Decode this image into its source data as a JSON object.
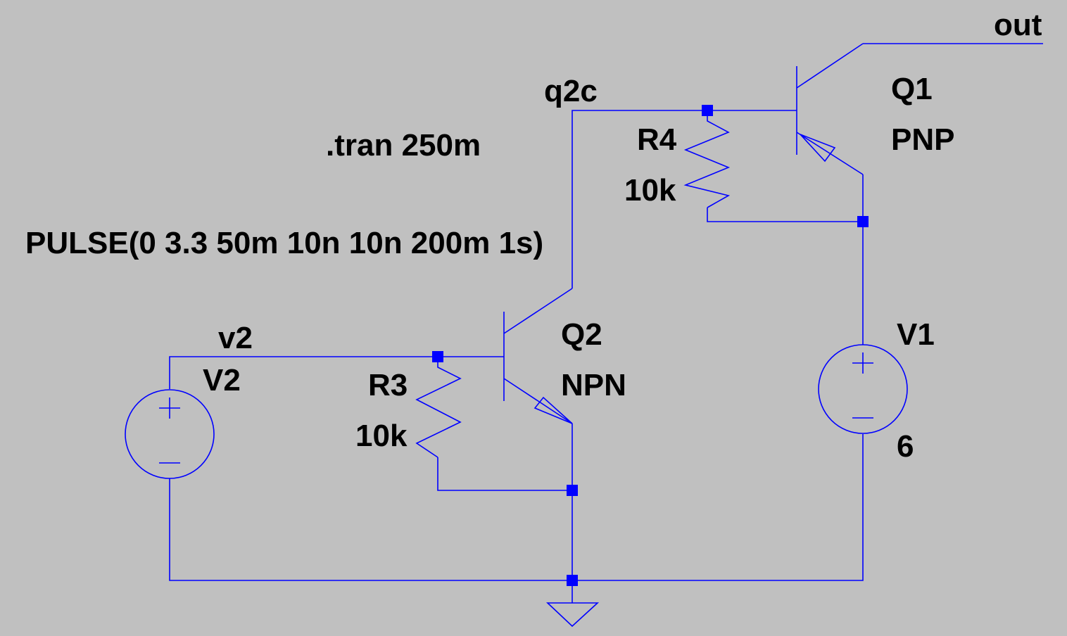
{
  "colors": {
    "background": "#c0c0c0",
    "wire": "#0000ff",
    "junction": "#0000ff",
    "text": "#000000"
  },
  "directives": {
    "tran": ".tran 250m"
  },
  "nets": {
    "out": "out",
    "q2c": "q2c",
    "v2": "v2"
  },
  "components": {
    "Q1": {
      "name": "Q1",
      "type": "PNP"
    },
    "Q2": {
      "name": "Q2",
      "type": "NPN"
    },
    "R4": {
      "name": "R4",
      "value": "10k"
    },
    "R3": {
      "name": "R3",
      "value": "10k"
    },
    "V1": {
      "name": "V1",
      "value": "6"
    },
    "V2": {
      "name": "V2",
      "value": "PULSE(0 3.3 50m 10n 10n 200m 1s)"
    }
  },
  "icons": {
    "ground": "ground-icon",
    "source": "voltage-source-icon",
    "resistor": "resistor-icon",
    "transistor": "bjt-icon"
  }
}
